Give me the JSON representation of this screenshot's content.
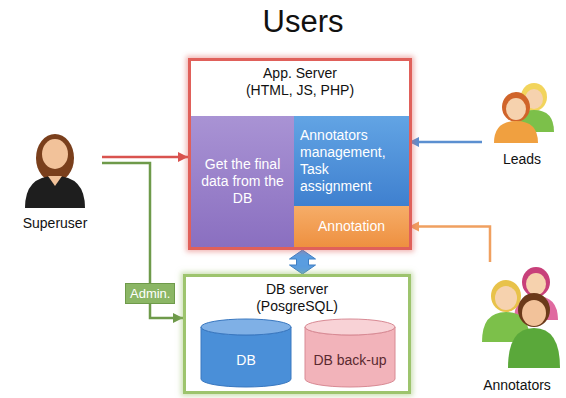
{
  "diagram": {
    "title": "Users",
    "nodes": [
      {
        "text": [
          "Superuser"
        ]
      },
      {
        "text": [
          "App. Server (HTML, JS, PHP)"
        ]
      },
      {
        "text": [
          "Get the final data from the DB"
        ],
        "in": 1
      },
      {
        "text": [
          "Annotators management, Task assignment"
        ],
        "in": 1
      },
      {
        "text": [
          "Annotation"
        ],
        "in": 1
      },
      {
        "text": [
          "Leads"
        ]
      },
      {
        "text": [
          "DB server (PosgreSQL)"
        ]
      },
      {
        "text": [
          "DB"
        ],
        "in": 6
      },
      {
        "text": [
          "DB back-up"
        ],
        "in": 6
      },
      {
        "text": [
          "Annotators"
        ]
      }
    ],
    "edges": [
      {
        "from": 0,
        "to": 1,
        "arrow": "to"
      },
      {
        "from": 0,
        "to": 6,
        "label": "Admin.",
        "arrow": "to"
      },
      {
        "from": 5,
        "to": 3,
        "arrow": "to"
      },
      {
        "from": 9,
        "to": 4,
        "arrow": "to"
      },
      {
        "from": 1,
        "to": 6,
        "arrow": "both"
      }
    ]
  }
}
